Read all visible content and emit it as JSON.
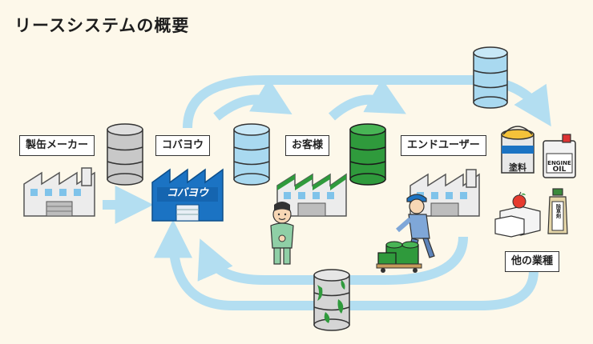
{
  "title": "リースシステムの概要",
  "labels": {
    "manufacturer": "製缶メーカー",
    "kobayou": "コバヨウ",
    "customer": "お客様",
    "end_user": "エンドユーザー",
    "other_industries": "他の業種"
  },
  "signage": {
    "kobayou_logo": "コバヨウ",
    "paint_can": "塗料",
    "engine_oil_line1": "ENGINE",
    "engine_oil_line2": "OIL",
    "bottle": "除草剤"
  },
  "colors": {
    "background": "#fdf8ea",
    "arrow": "#b3def1",
    "drum_gray": "#c8c8c8",
    "drum_blue": "#a9d9f0",
    "drum_green": "#2f9a3c",
    "factory_blue": "#1b73c3"
  }
}
